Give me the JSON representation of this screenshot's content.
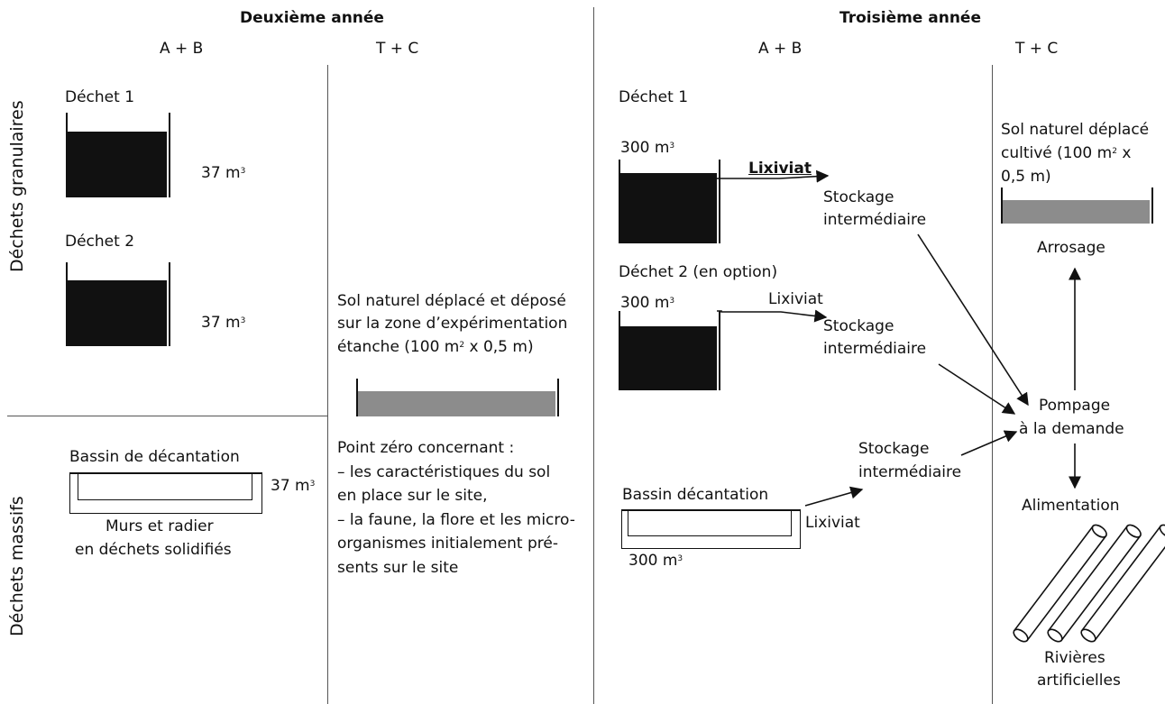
{
  "headings": {
    "year2": "Deuxième année",
    "year3": "Troisième année",
    "ab_left": "A + B",
    "tc_left": "T + C",
    "ab_right": "A + B",
    "tc_right": "T + C"
  },
  "row_labels": {
    "granular": "Déchets granulaires",
    "massive": "Déchets massifs"
  },
  "year2": {
    "dechet1_label": "Déchet 1",
    "dechet1_volume": "37 m",
    "dechet2_label": "Déchet 2",
    "dechet2_volume": "37 m",
    "unit_exp": "3",
    "bassin_label": "Bassin de décantation",
    "bassin_volume": "37 m",
    "murs_line1": "Murs et radier",
    "murs_line2": "en déchets solidifiés",
    "sol_lines": [
      "Sol naturel déplacé et déposé",
      "sur la zone d’expérimentation",
      "étanche (100 m"
    ],
    "sol_tail": " x 0,5 m)",
    "area_exp": "2",
    "point_zero_lines": [
      "Point zéro concernant :",
      "– les caractéristiques du sol",
      "en place sur le site,",
      "– la faune, la flore et les micro-",
      "organismes initialement pré-",
      "sents sur le site"
    ]
  },
  "year3": {
    "dechet1_label": "Déchet 1",
    "dechet1_volume": "300 m",
    "dechet2_label": "Déchet 2 (en option)",
    "dechet2_volume": "300 m",
    "lixiviat": "Lixiviat",
    "stockage_line1": "Stockage",
    "stockage_line2": "intermédiaire",
    "bassin_label": "Bassin décantation",
    "bassin_volume": "300 m",
    "sol_line1": "Sol naturel déplacé",
    "sol_line2a": "cultivé (100 m",
    "sol_line2b": " x",
    "sol_line3": "0,5 m)",
    "arrosage": "Arrosage",
    "pompage_line1": "Pompage",
    "pompage_line2": "à la demande",
    "alimentation": "Alimentation",
    "rivieres_line1": "Rivières",
    "rivieres_line2": "artificielles"
  }
}
